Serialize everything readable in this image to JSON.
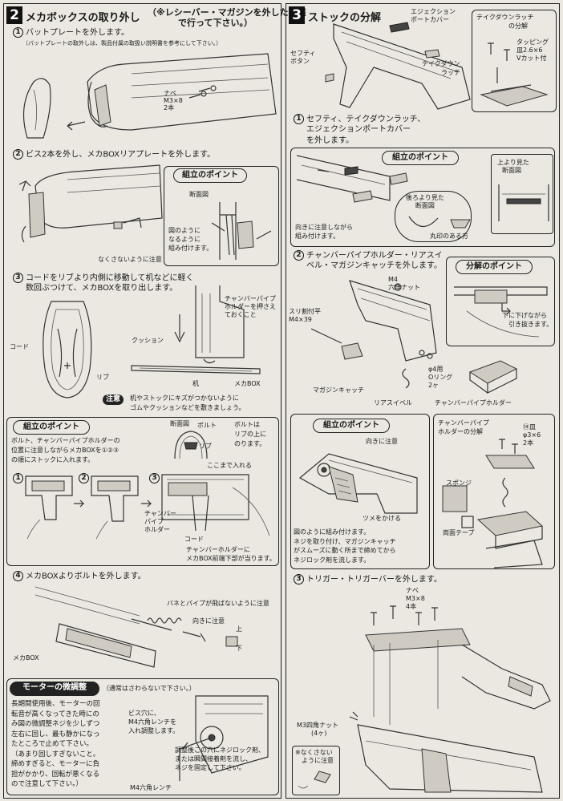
{
  "section2": {
    "number": "2",
    "title": "メカボックスの取り外し",
    "note_line1": "（※レシーバー・マガジンを外した状態",
    "note_line2": "で行って下さい。）",
    "step1": {
      "num": "1",
      "text": "バットプレートを外します。",
      "sub": "（バットプレートの取外しは、製品付属の取扱い説明書を参考にして下さい。）",
      "screw_l1": "ナベ",
      "screw_l2": "M3×8",
      "screw_l3": "2本"
    },
    "step2": {
      "num": "2",
      "text": "ビス2本を外し、メカBOXリアプレートを外します。",
      "point_title": "組立のポイント",
      "cross": "断面図",
      "fig_l1": "図のように",
      "fig_l2": "なるように",
      "fig_l3": "組み付けます。",
      "lost": "なくさないように注意"
    },
    "step3": {
      "num": "3",
      "l1": "コードをリブより内側に移動して机などに軽く",
      "l2": "数回ぶつけて、メカBOXを取り出します。",
      "cord": "コード",
      "rib": "リブ",
      "chamber_l1": "チャンバーパイプ",
      "chamber_l2": "ホルダーを押さえ",
      "chamber_l3": "ておくこと",
      "cushion": "クッション",
      "desk": "机",
      "mechabox": "メカBOX",
      "caution": "注意",
      "caution_l1": "机やストックにキズがつかないように",
      "caution_l2": "ゴムやクッションなどを敷きましょう。"
    },
    "point": {
      "title": "組立のポイント",
      "l1": "ボルト、チャンバーパイプホルダーの",
      "l2": "位置に注意しながらメカBOXを①②③",
      "l3": "の順にストックに入れます。",
      "cross": "断面図",
      "bolt": "ボルト",
      "rib": "リブ",
      "bolt_note_l1": "ボルトは",
      "bolt_note_l2": "リブの上に",
      "bolt_note_l3": "のります。",
      "here": "ここまで入れる",
      "ch_l1": "チャンバー",
      "ch_l2": "パイプ",
      "ch_l3": "ホルダー",
      "cord": "コード",
      "bottom_l1": "チャンバーホルダーに",
      "bottom_l2": "メカBOX前端下部が当ります。",
      "n1": "1",
      "n2": "2",
      "n3": "3"
    },
    "step4": {
      "num": "4",
      "text": "メカBOXよりボルトを外します。",
      "spring": "バネとパイプが飛ばないように注意",
      "direction": "向きに注意",
      "up": "上",
      "down": "下",
      "mechabox": "メカBOX"
    },
    "motor": {
      "title": "モーターの微調整",
      "note": "（通常はさわらないで下さい。）",
      "l1": "長期間使用後、モーターの回",
      "l2": "転音が高くなってきた時にの",
      "l3": "み図の微調整ネジを少しずつ",
      "l4": "左右に回し、最も静かになっ",
      "l5": "たところで止めて下さい。",
      "l6": "（あまり回しすぎないこと。",
      "l7": "締めすぎると、モーターに負",
      "l8": "担がかかり、回転が悪くなる",
      "l9": "ので注意して下さい。）",
      "hole_l1": "ビス穴に、",
      "hole_l2": "M4六角レンチを",
      "hole_l3": "入れ調整します。",
      "after_l1": "調整後この穴にネジロック剤、",
      "after_l2": "または瞬間接着剤を流し、",
      "after_l3": "ネジを固定して下さい。",
      "wrench": "M4六角レンチ"
    }
  },
  "section3": {
    "number": "3",
    "title": "ストックの分解",
    "ejection_l1": "エジェクション",
    "ejection_l2": "ポートカバー",
    "safety_l1": "セフティ",
    "safety_l2": "ボタン",
    "takedown_l1": "テイクダウン",
    "takedown_l2": "ラッチ",
    "tdl_box_l1": "テイクダウンラッチ",
    "tdl_box_l2": "の分解",
    "tap_l1": "タッピング",
    "tap_l2": "皿2.6×6",
    "tap_l3": "Vカット付",
    "step1": {
      "num": "1",
      "l1": "セフティ、テイクダウンラッチ、",
      "l2": "エジェクションポートカバー",
      "l3": "を外します。",
      "point_title": "組立のポイント",
      "top_view_l1": "上より見た",
      "top_view_l2": "断面図",
      "rear_view_l1": "後ろより見た",
      "rear_view_l2": "断面図",
      "dir_l1": "向きに注意しながら",
      "dir_l2": "組み付けます。",
      "mark": "丸印のある方"
    },
    "step2": {
      "num": "2",
      "l1": "チャンバーパイプホルダー・リアスイ",
      "l2": "ベル・マガジンキャッチを外します。",
      "disasm_title": "分解のポイント",
      "pull_l1": "下に下げながら",
      "pull_l2": "引き抜きます。",
      "m4_l1": "M4",
      "m4_l2": "六角ナット",
      "screw_l1": "スリ割付平",
      "screw_l2": "M4×39",
      "oring_l1": "φ4用",
      "oring_l2": "Oリング",
      "oring_l3": "2ヶ",
      "magcatch": "マガジンキャッチ",
      "swivel": "リアスイベル",
      "holder": "チャンバーパイプホルダー"
    },
    "point": {
      "title": "組立のポイント",
      "dir": "向きに注意",
      "claw": "ツメをかける",
      "l1": "図のように組み付けます。",
      "l2": "ネジを取り付け、マガジンキャッチ",
      "l3": "がスムーズに動く所まで締めてから",
      "l4": "ネジロック剤を流します。"
    },
    "cph": {
      "title_l1": "チャンバーパイプ",
      "title_l2": "ホルダーの分解",
      "screw_l1": "⑭皿",
      "screw_l2": "φ3×6",
      "screw_l3": "2本",
      "sponge": "スポンジ",
      "tape": "両面テープ"
    },
    "step3": {
      "num": "3",
      "text": "トリガー・トリガーバーを外します。",
      "screw_l1": "ナベ",
      "screw_l2": "M3×8",
      "screw_l3": "4本",
      "nut_l1": "M3四角ナット",
      "nut_l2": "(4ヶ)",
      "lost_l1": "※なくさない",
      "lost_l2": "ように注意"
    }
  }
}
